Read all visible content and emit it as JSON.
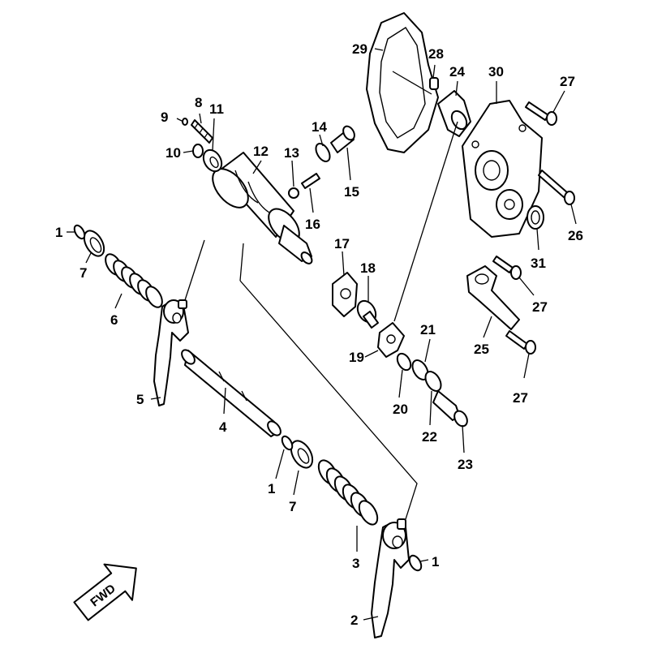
{
  "callouts": {
    "c1a": "1",
    "c1b": "1",
    "c1c": "1",
    "c2": "2",
    "c3": "3",
    "c4": "4",
    "c5": "5",
    "c6": "6",
    "c7a": "7",
    "c7b": "7",
    "c8": "8",
    "c9": "9",
    "c10": "10",
    "c11": "11",
    "c12": "12",
    "c13": "13",
    "c14": "14",
    "c15": "15",
    "c16": "16",
    "c17": "17",
    "c18": "18",
    "c19": "19",
    "c20": "20",
    "c21": "21",
    "c22": "22",
    "c23": "23",
    "c24": "24",
    "c25": "25",
    "c26": "26",
    "c27a": "27",
    "c27b": "27",
    "c27c": "27",
    "c28": "28",
    "c29": "29",
    "c30": "30",
    "c31": "31"
  },
  "direction_marker": {
    "label": "FWD",
    "icon": "forward-arrow-icon"
  },
  "colors": {
    "line": "#000000",
    "background": "#ffffff"
  }
}
